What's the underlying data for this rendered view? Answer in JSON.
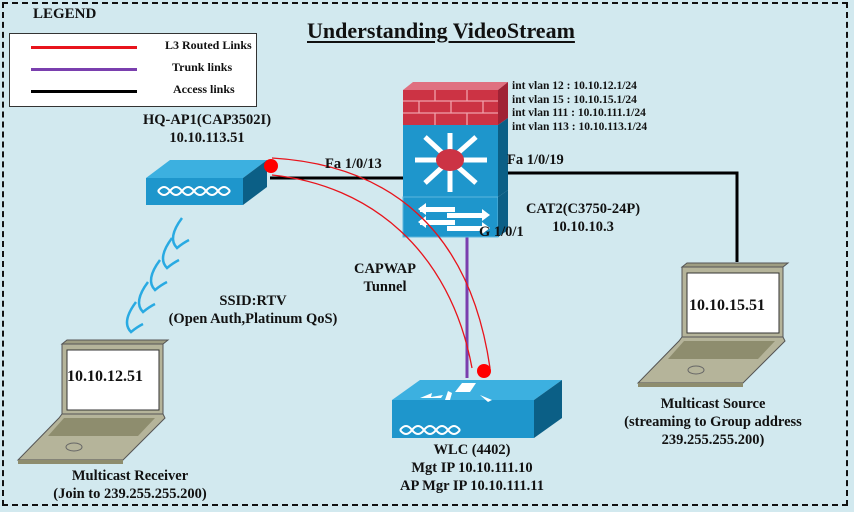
{
  "title": "Understanding VideoStream",
  "legend": {
    "title": "LEGEND",
    "items": [
      {
        "label": "L3 Routed Links",
        "color": "#e8141c"
      },
      {
        "label": "Trunk links",
        "color": "#7a3fae"
      },
      {
        "label": "Access links",
        "color": "#000000"
      }
    ]
  },
  "switch": {
    "name": "CAT2(C3750-24P)",
    "ip": "10.10.10.3",
    "vlans": [
      "int vlan 12  : 10.10.12.1/24",
      "int vlan 15  : 10.10.15.1/24",
      "int vlan 111  : 10.10.111.1/24",
      "int vlan 113 : 10.10.113.1/24"
    ],
    "ports": {
      "ap_port": "Fa 1/0/13",
      "source_port": "Fa 1/0/19",
      "wlc_port": "G 1/0/1"
    }
  },
  "access_point": {
    "name": "HQ-AP1(CAP3502I)",
    "ip": "10.10.113.51"
  },
  "ssid": {
    "name": "SSID:RTV",
    "details": "(Open Auth,Platinum QoS)"
  },
  "tunnel": {
    "line1": "CAPWAP",
    "line2": "Tunnel"
  },
  "wlc": {
    "name": "WLC (4402)",
    "mgt_ip": "Mgt IP 10.10.111.10",
    "ap_mgr_ip": "AP Mgr IP 10.10.111.11"
  },
  "receiver": {
    "ip": "10.10.12.51",
    "label": "Multicast Receiver",
    "detail": "(Join to 239.255.255.200)"
  },
  "source": {
    "ip": "10.10.15.51",
    "label": "Multicast Source",
    "detail1": "(streaming to Group address",
    "detail2": "239.255.255.200)"
  },
  "colors": {
    "background": "#d2e9ef",
    "device_blue": "#1e96cc",
    "device_blue_dark": "#0b5f86",
    "firewall_red": "#cc3344",
    "laptop": "#b5b49a"
  }
}
